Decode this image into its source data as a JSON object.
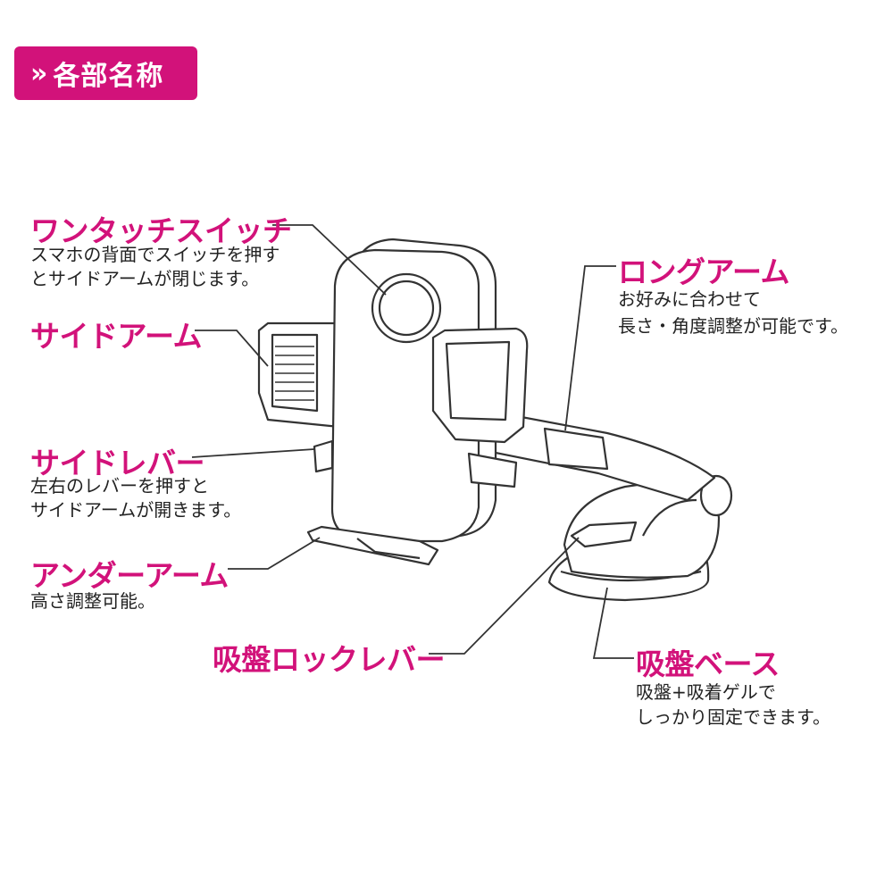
{
  "header": {
    "chevron": "»",
    "title": "各部名称"
  },
  "colors": {
    "accent": "#d2127a",
    "line": "#333333"
  },
  "labels": {
    "one_touch": {
      "title": "ワンタッチスイッチ",
      "desc1": "スマホの背面でスイッチを押す",
      "desc2": "とサイドアームが閉じます。"
    },
    "side_arm": {
      "title": "サイドアーム"
    },
    "side_lever": {
      "title": "サイドレバー",
      "desc1": "左右のレバーを押すと",
      "desc2": "サイドアームが開きます。"
    },
    "under_arm": {
      "title": "アンダーアーム",
      "desc1": "高さ調整可能。"
    },
    "lock_lever": {
      "title": "吸盤ロックレバー"
    },
    "long_arm": {
      "title": "ロングアーム",
      "desc1": "お好みに合わせて",
      "desc2": "長さ・角度調整が可能です。"
    },
    "base": {
      "title": "吸盤ベース",
      "desc1": "吸盤+吸着ゲルで",
      "desc2": "しっかり固定できます。"
    }
  }
}
